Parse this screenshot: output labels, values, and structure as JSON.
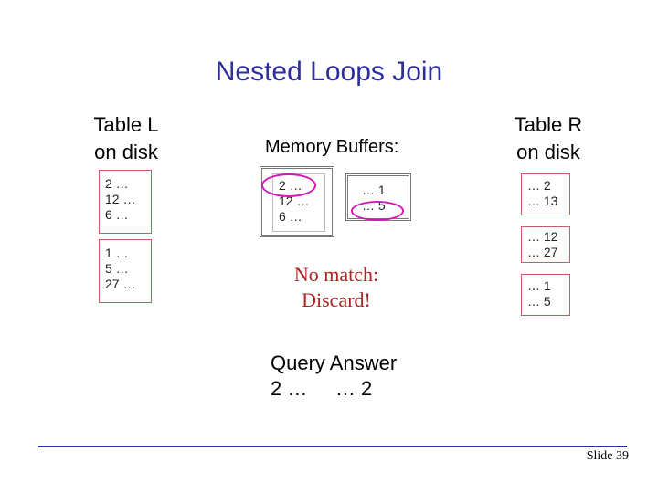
{
  "title": "Nested Loops Join",
  "table_l": {
    "heading": [
      "Table L",
      "on disk"
    ],
    "page1": [
      "2   …",
      "12  …",
      "6   …"
    ],
    "page2": [
      "1   …",
      "5   …",
      "27 …"
    ]
  },
  "memory": {
    "heading": "Memory Buffers:",
    "buffer_l": [
      "2   …",
      "12  …",
      "6   …"
    ],
    "buffer_r": [
      "… 1",
      "… 5"
    ]
  },
  "table_r": {
    "heading": [
      "Table R",
      "on disk"
    ],
    "page1": [
      "…  2",
      "… 13"
    ],
    "page2": [
      "… 12",
      "… 27"
    ],
    "page3": [
      "… 1",
      "… 5"
    ]
  },
  "annotation": [
    "No match:",
    "Discard!"
  ],
  "query_answer": {
    "heading": "Query Answer",
    "row": "2 …     … 2"
  },
  "footer": "Slide 39",
  "colors": {
    "title": "#2e2e9e",
    "box_border": "#c46060",
    "highlight": "#d018b8",
    "annotation": "#b02020"
  }
}
